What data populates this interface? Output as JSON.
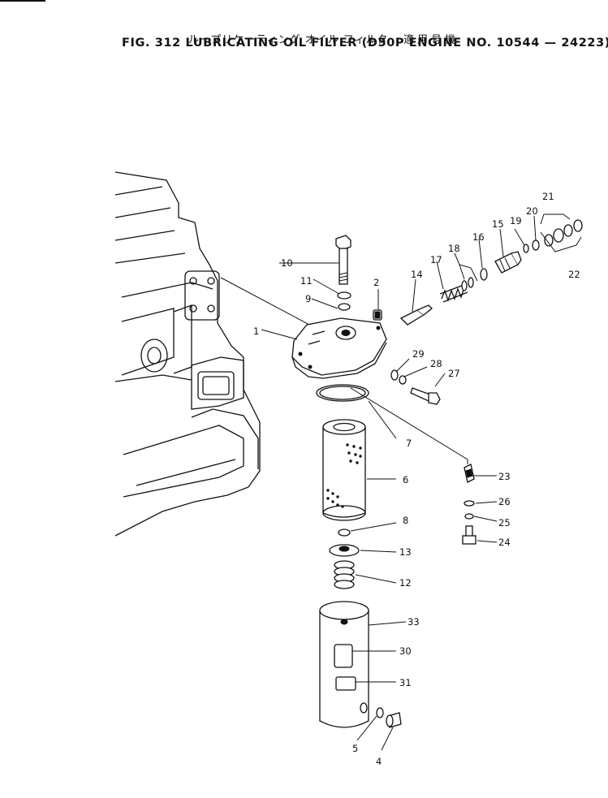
{
  "title": {
    "japanese": "ループリケーティング オイル フィルタ",
    "japanese_applicable": "適用号機",
    "main": "FIG. 312  LUBRICATING  OIL  FILTER  (D50P  ENGINE  NO.  10544 — 24223)"
  },
  "callouts": [
    "1",
    "2",
    "4",
    "5",
    "6",
    "7",
    "8",
    "9",
    "10",
    "11",
    "12",
    "13",
    "14",
    "15",
    "16",
    "17",
    "18",
    "19",
    "20",
    "21",
    "22",
    "23",
    "24",
    "25",
    "26",
    "27",
    "28",
    "29",
    "30",
    "31",
    "33"
  ]
}
